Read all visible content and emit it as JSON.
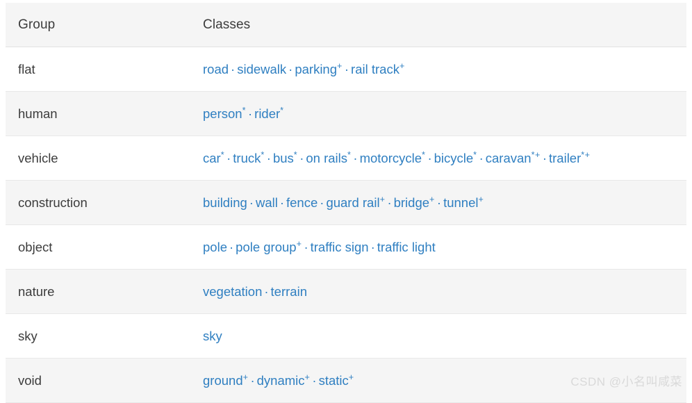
{
  "table": {
    "headers": {
      "group": "Group",
      "classes": "Classes"
    },
    "separator": "·",
    "link_color": "#2f7fc1",
    "text_color": "#3c3c3c",
    "row_alt_color": "#f5f5f5",
    "rows": [
      {
        "group": "flat",
        "classes": [
          {
            "label": "road",
            "sup": ""
          },
          {
            "label": "sidewalk",
            "sup": ""
          },
          {
            "label": "parking",
            "sup": "+"
          },
          {
            "label": "rail track",
            "sup": "+"
          }
        ]
      },
      {
        "group": "human",
        "classes": [
          {
            "label": "person",
            "sup": "*"
          },
          {
            "label": "rider",
            "sup": "*"
          }
        ]
      },
      {
        "group": "vehicle",
        "classes": [
          {
            "label": "car",
            "sup": "*"
          },
          {
            "label": "truck",
            "sup": "*"
          },
          {
            "label": "bus",
            "sup": "*"
          },
          {
            "label": "on rails",
            "sup": "*"
          },
          {
            "label": "motorcycle",
            "sup": "*"
          },
          {
            "label": "bicycle",
            "sup": "*"
          },
          {
            "label": "caravan",
            "sup": "*+"
          },
          {
            "label": "trailer",
            "sup": "*+"
          }
        ]
      },
      {
        "group": "construction",
        "classes": [
          {
            "label": "building",
            "sup": ""
          },
          {
            "label": "wall",
            "sup": ""
          },
          {
            "label": "fence",
            "sup": ""
          },
          {
            "label": "guard rail",
            "sup": "+"
          },
          {
            "label": "bridge",
            "sup": "+"
          },
          {
            "label": "tunnel",
            "sup": "+"
          }
        ]
      },
      {
        "group": "object",
        "classes": [
          {
            "label": "pole",
            "sup": ""
          },
          {
            "label": "pole group",
            "sup": "+"
          },
          {
            "label": "traffic sign",
            "sup": ""
          },
          {
            "label": "traffic light",
            "sup": ""
          }
        ]
      },
      {
        "group": "nature",
        "classes": [
          {
            "label": "vegetation",
            "sup": ""
          },
          {
            "label": "terrain",
            "sup": ""
          }
        ]
      },
      {
        "group": "sky",
        "classes": [
          {
            "label": "sky",
            "sup": ""
          }
        ]
      },
      {
        "group": "void",
        "classes": [
          {
            "label": "ground",
            "sup": "+"
          },
          {
            "label": "dynamic",
            "sup": "+"
          },
          {
            "label": "static",
            "sup": "+"
          }
        ]
      }
    ]
  },
  "watermark": {
    "text": "CSDN @小名叫咸菜"
  }
}
